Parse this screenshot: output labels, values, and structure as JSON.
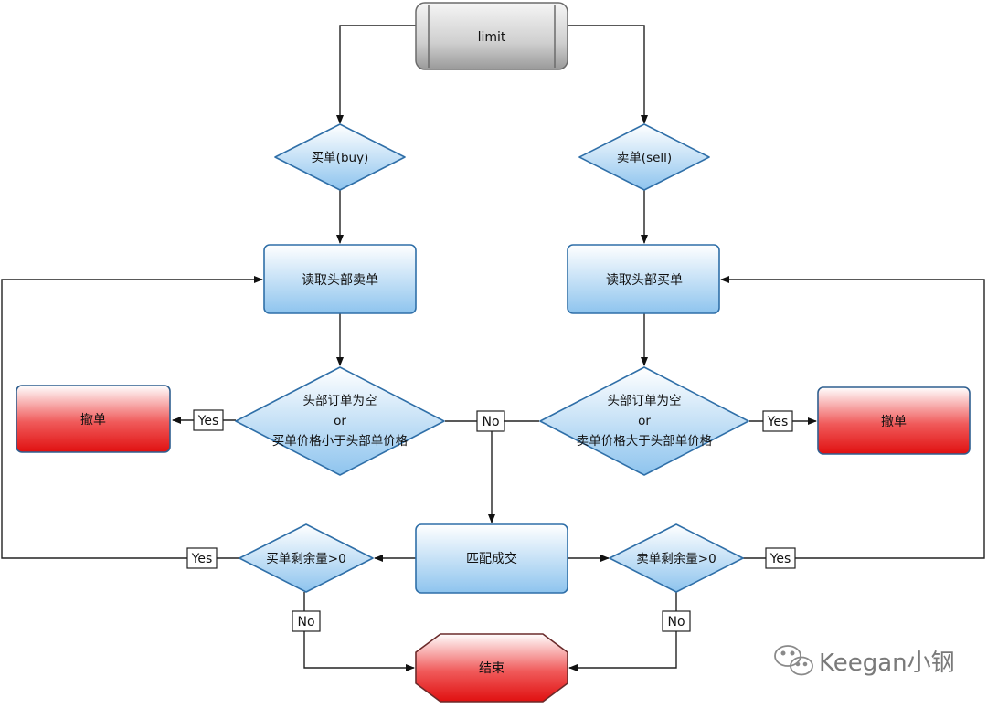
{
  "nodes": {
    "start": "limit",
    "buy_order": "买单(buy)",
    "sell_order": "卖单(sell)",
    "read_head_sell": "读取头部卖单",
    "read_head_buy": "读取头部买单",
    "buy_check": {
      "line1": "头部订单为空",
      "line2": "or",
      "line3": "买单价格小于头部单价格"
    },
    "sell_check": {
      "line1": "头部订单为空",
      "line2": "or",
      "line3": "卖单价格大于头部单价格"
    },
    "cancel_left": "撤单",
    "cancel_right": "撤单",
    "match": "匹配成交",
    "buy_remaining": "买单剩余量>0",
    "sell_remaining": "卖单剩余量>0",
    "end": "结束"
  },
  "edge_labels": {
    "yes_cancel_left": "Yes",
    "yes_cancel_right": "Yes",
    "no_match": "No",
    "yes_loop_left": "Yes",
    "yes_loop_right": "Yes",
    "no_end_left": "No",
    "no_end_right": "No"
  },
  "watermark": "Keegan小钢",
  "colors": {
    "blue_fill_top": "#ffffff",
    "blue_fill_bottom": "#8ec4ee",
    "blue_stroke": "#2f6fa8",
    "red_fill_top": "#ffffff",
    "red_fill_bottom": "#e81010",
    "red_stroke": "#2f5f8f",
    "grey_fill": "#d8d8d8",
    "grey_stroke": "#6b6b6b"
  }
}
